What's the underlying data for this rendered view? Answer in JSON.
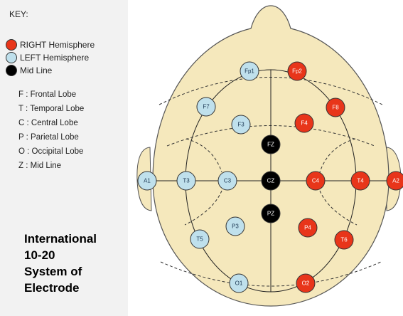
{
  "key": {
    "title": "KEY:",
    "legend": [
      {
        "label": "RIGHT Hemisphere",
        "color": "#e8351a"
      },
      {
        "label": "LEFT Hemisphere",
        "color": "#bfe0ec"
      },
      {
        "label": "Mid Line",
        "color": "#000000"
      }
    ],
    "lobes": [
      "F : Frontal Lobe",
      "T : Temporal Lobe",
      "C : Central Lobe",
      "P : Parietal Lobe",
      "O : Occipital Lobe",
      "Z : Mid Line"
    ]
  },
  "title_lines": [
    "International",
    "10-20",
    "System of",
    "Electrode"
  ],
  "colors": {
    "head": "#f5e8bc",
    "right": "#e8351a",
    "left": "#bfe0ec",
    "mid": "#000000"
  },
  "electrodes": [
    {
      "id": "fp1",
      "label": "Fp1",
      "side": "left"
    },
    {
      "id": "fp2",
      "label": "Fp2",
      "side": "right"
    },
    {
      "id": "f7",
      "label": "F7",
      "side": "left"
    },
    {
      "id": "f8",
      "label": "F8",
      "side": "right"
    },
    {
      "id": "f3",
      "label": "F3",
      "side": "left"
    },
    {
      "id": "f4",
      "label": "F4",
      "side": "right"
    },
    {
      "id": "fz",
      "label": "FZ",
      "side": "mid"
    },
    {
      "id": "a1",
      "label": "A1",
      "side": "left"
    },
    {
      "id": "t3",
      "label": "T3",
      "side": "left"
    },
    {
      "id": "c3",
      "label": "C3",
      "side": "left"
    },
    {
      "id": "cz",
      "label": "CZ",
      "side": "mid"
    },
    {
      "id": "c4",
      "label": "C4",
      "side": "right"
    },
    {
      "id": "t4",
      "label": "T4",
      "side": "right"
    },
    {
      "id": "a2",
      "label": "A2",
      "side": "right"
    },
    {
      "id": "pz",
      "label": "PZ",
      "side": "mid"
    },
    {
      "id": "p3",
      "label": "P3",
      "side": "left"
    },
    {
      "id": "p4",
      "label": "P4",
      "side": "right"
    },
    {
      "id": "t5",
      "label": "T5",
      "side": "left"
    },
    {
      "id": "t6",
      "label": "T6",
      "side": "right"
    },
    {
      "id": "o1",
      "label": "O1",
      "side": "left"
    },
    {
      "id": "o2",
      "label": "O2",
      "side": "right"
    }
  ]
}
